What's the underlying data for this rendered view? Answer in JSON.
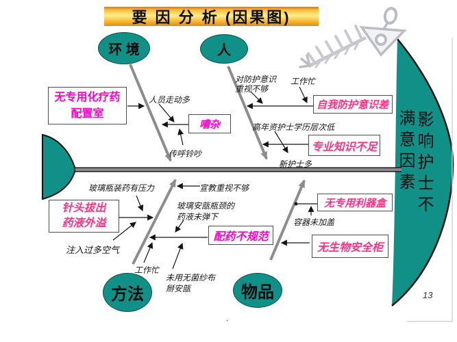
{
  "slide": {
    "title": "要 因 分 析 (因果图)",
    "page_number": "13",
    "stray_dot": "."
  },
  "effect": {
    "full_text": "影响护士不满意因素",
    "col_right": "影响护士不",
    "col_left": "满意因素"
  },
  "categories": {
    "environment": "环 境",
    "person": "人",
    "method": "方法",
    "material": "物品"
  },
  "boxed_causes": {
    "no_chemo_room": "无专用化疗药\n配置室",
    "noisy": "嘈杂",
    "self_protection": "自我防护意识差",
    "knowledge": "专业知识不足",
    "sharps_box": "无专用利器盒",
    "biosafety_cabinet": "无生物安全柜",
    "dispensing": "配药不规范",
    "needle_spill": "针头拔出\n药液外溢"
  },
  "plain_causes": {
    "walking": "人员走动多",
    "pager": "传呼铃吵",
    "protection_awareness": "对防护意识\n重视不够",
    "busy_top": "工作忙",
    "senior_low_edu": "高年资护士学历层次低",
    "new_nurses": "新护士多",
    "bottle_pressure": "玻璃瓶装药有压力",
    "education": "宣教重视不够",
    "ampoule_neck": "玻璃安瓿瓶颈的\n药液未弹下",
    "container_uncovered": "容器未加盖",
    "too_much_air": "注入过多空气",
    "busy_bottom": "工作忙",
    "no_gauze": "未用无菌纱布\n掰安瓿"
  },
  "colors": {
    "teal": "#119088",
    "magenta": "#ff00cc",
    "pink": "#ff3385",
    "bone_gray": "#8c8c8c",
    "spine_dark": "#1a1a1a",
    "title_gold": "#ffee8e",
    "title_orange": "#f0a431",
    "pendant_silver": "#bcbcc4"
  }
}
